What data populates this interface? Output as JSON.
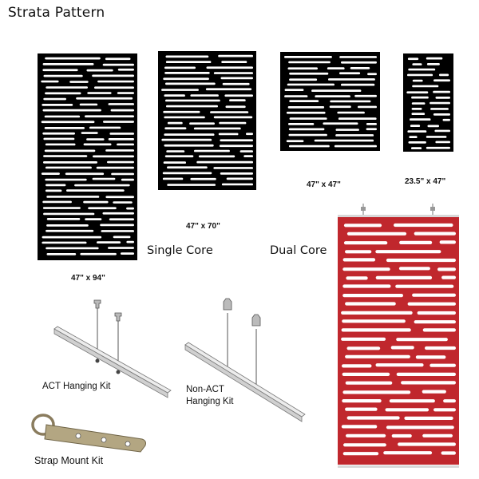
{
  "page_title": "Strata Pattern",
  "panels": [
    {
      "size_label": "47\" x 94\"",
      "color": "#000000"
    },
    {
      "size_label": "47\" x 70\"",
      "color": "#000000"
    },
    {
      "size_label": "47\" x 47\"",
      "color": "#000000"
    },
    {
      "size_label": "23.5\" x 47\"",
      "color": "#000000"
    }
  ],
  "core_labels": {
    "single": "Single Core",
    "dual": "Dual Core"
  },
  "kits": {
    "act": "ACT Hanging Kit",
    "non_act_line1": "Non-ACT",
    "non_act_line2": "Hanging Kit",
    "strap": "Strap Mount Kit"
  },
  "colors": {
    "panel_black": "#000000",
    "panel_red": "#c0272d",
    "rail": "#c9c9c9",
    "strap": "#a89a78"
  }
}
